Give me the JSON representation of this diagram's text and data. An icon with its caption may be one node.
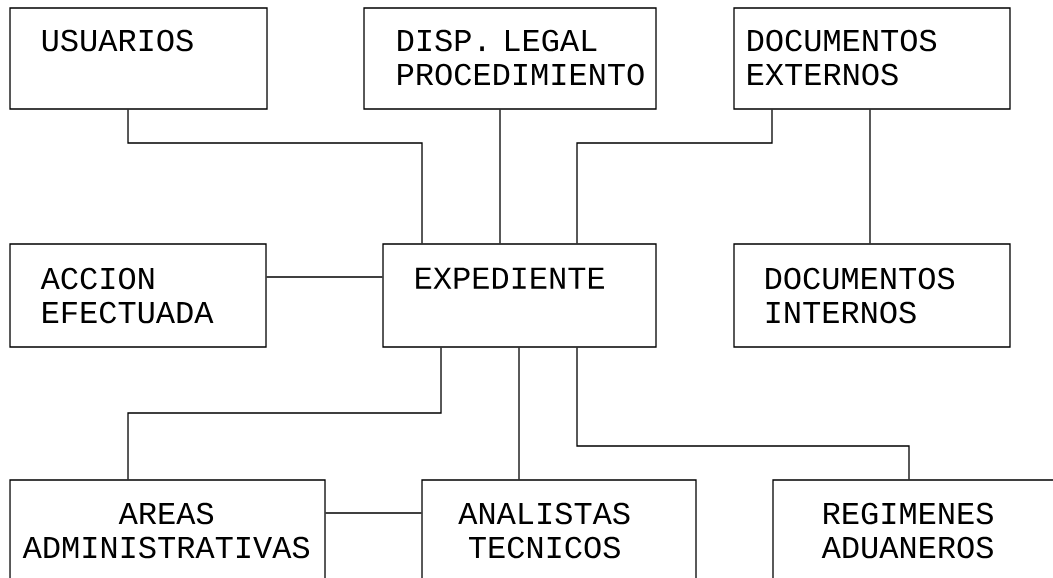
{
  "diagram": {
    "nodes": [
      {
        "text": [
          "USUARIOS"
        ]
      },
      {
        "text": [
          "DISP. LEGAL PROCEDIMIENTO"
        ]
      },
      {
        "text": [
          "DOCUMENTOS EXTERNOS"
        ]
      },
      {
        "text": [
          "ACCION EFECTUADA"
        ]
      },
      {
        "text": [
          "EXPEDIENTE"
        ]
      },
      {
        "text": [
          "DOCUMENTOS INTERNOS"
        ]
      },
      {
        "text": [
          "AREAS ADMINISTRATIVAS"
        ]
      },
      {
        "text": [
          "ANALISTAS TECNICOS"
        ]
      },
      {
        "text": [
          "REGIMENES ADUANEROS"
        ]
      }
    ],
    "edges": [
      {
        "from": 0,
        "to": 4,
        "arrow": "none"
      },
      {
        "from": 1,
        "to": 4,
        "arrow": "none"
      },
      {
        "from": 2,
        "to": 4,
        "arrow": "none"
      },
      {
        "from": 2,
        "to": 5,
        "arrow": "none"
      },
      {
        "from": 3,
        "to": 4,
        "arrow": "none"
      },
      {
        "from": 4,
        "to": 6,
        "arrow": "none"
      },
      {
        "from": 4,
        "to": 7,
        "arrow": "none"
      },
      {
        "from": 4,
        "to": 8,
        "arrow": "none"
      },
      {
        "from": 6,
        "to": 7,
        "arrow": "none"
      }
    ]
  }
}
